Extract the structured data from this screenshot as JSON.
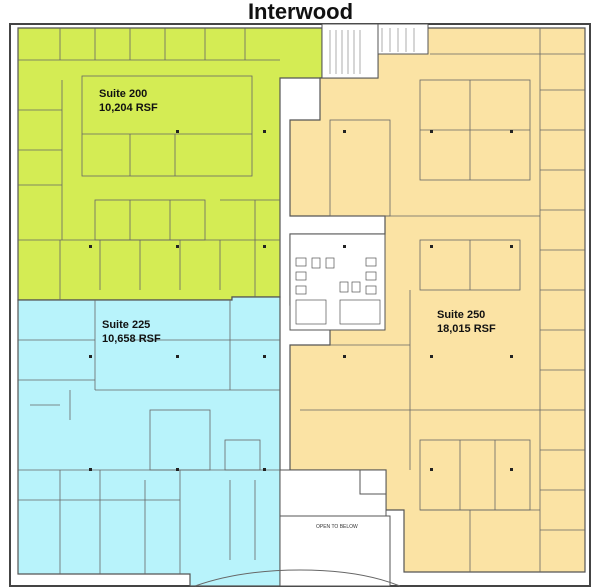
{
  "title": "Interwood",
  "colors": {
    "suite_200": "#d4ec54",
    "suite_225": "#b8f3fb",
    "suite_250": "#fbe3a4",
    "common": "#ffffff",
    "wall": "#555555"
  },
  "suites": [
    {
      "name": "Suite 200",
      "area": "10,204 RSF"
    },
    {
      "name": "Suite 225",
      "area": "10,658 RSF"
    },
    {
      "name": "Suite 250",
      "area": "18,015 RSF"
    }
  ],
  "annotations": {
    "open_to_below": "OPEN TO BELOW"
  }
}
